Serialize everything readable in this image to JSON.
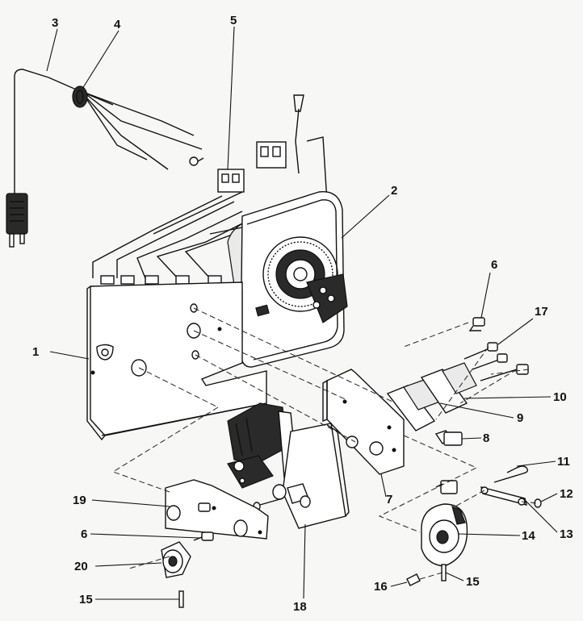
{
  "diagram": {
    "callouts": [
      {
        "id": "c1",
        "label": "1"
      },
      {
        "id": "c2",
        "label": "2"
      },
      {
        "id": "c3",
        "label": "3"
      },
      {
        "id": "c4",
        "label": "4"
      },
      {
        "id": "c5",
        "label": "5"
      },
      {
        "id": "c6a",
        "label": "6"
      },
      {
        "id": "c6b",
        "label": "6"
      },
      {
        "id": "c7",
        "label": "7"
      },
      {
        "id": "c8",
        "label": "8"
      },
      {
        "id": "c9",
        "label": "9"
      },
      {
        "id": "c10",
        "label": "10"
      },
      {
        "id": "c11",
        "label": "11"
      },
      {
        "id": "c12",
        "label": "12"
      },
      {
        "id": "c13",
        "label": "13"
      },
      {
        "id": "c14",
        "label": "14"
      },
      {
        "id": "c15a",
        "label": "15"
      },
      {
        "id": "c15b",
        "label": "15"
      },
      {
        "id": "c16",
        "label": "16"
      },
      {
        "id": "c17",
        "label": "17"
      },
      {
        "id": "c18",
        "label": "18"
      },
      {
        "id": "c19",
        "label": "19"
      },
      {
        "id": "c20",
        "label": "20"
      }
    ]
  }
}
